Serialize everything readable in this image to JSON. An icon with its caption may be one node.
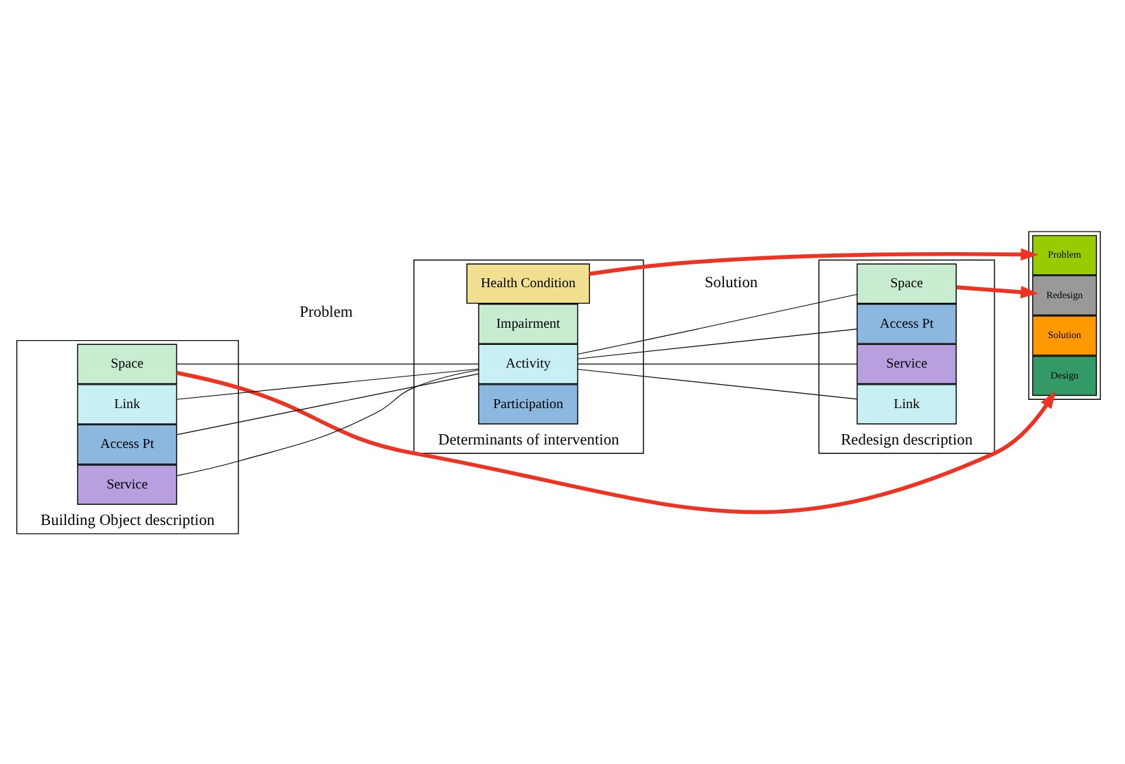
{
  "diagram": {
    "nodes": [
      {
        "text": [
          "Building Object description"
        ]
      },
      {
        "text": [
          "Space"
        ],
        "in": 0
      },
      {
        "text": [
          "Link"
        ],
        "in": 0
      },
      {
        "text": [
          "Access Pt"
        ],
        "in": 0
      },
      {
        "text": [
          "Service"
        ],
        "in": 0
      },
      {
        "text": [
          "Determinants of intervention"
        ]
      },
      {
        "text": [
          "Health Condition"
        ],
        "in": 5
      },
      {
        "text": [
          "Impairment"
        ],
        "in": 5
      },
      {
        "text": [
          "Activity"
        ],
        "in": 5
      },
      {
        "text": [
          "Participation"
        ],
        "in": 5
      },
      {
        "text": [
          "Redesign description"
        ]
      },
      {
        "text": [
          "Space"
        ],
        "in": 10
      },
      {
        "text": [
          "Link"
        ],
        "in": 10
      },
      {
        "text": [
          "Access Pt"
        ],
        "in": 10
      },
      {
        "text": [
          "Service"
        ],
        "in": 10
      },
      {
        "text": [],
        "shape": "box"
      },
      {
        "text": [
          "Problem"
        ],
        "in": 15
      },
      {
        "text": [
          "Solution"
        ],
        "in": 15
      },
      {
        "text": [
          "Design"
        ],
        "in": 15
      },
      {
        "text": [
          "Redesign"
        ],
        "in": 15
      }
    ],
    "edges": [
      {
        "from": 1,
        "to": 8,
        "arrow": "none"
      },
      {
        "from": 2,
        "to": 8,
        "arrow": "none"
      },
      {
        "from": 3,
        "to": 8,
        "arrow": "none"
      },
      {
        "from": 4,
        "to": 8,
        "arrow": "none"
      },
      {
        "from": 8,
        "to": 11,
        "arrow": "none"
      },
      {
        "from": 8,
        "to": 12,
        "arrow": "none"
      },
      {
        "from": 8,
        "to": 13,
        "arrow": "none"
      },
      {
        "from": 8,
        "to": 14,
        "arrow": "none"
      },
      {
        "from": 1,
        "to": 18,
        "arrow": "to",
        "style": "thick",
        "color": "#ee3322"
      },
      {
        "from": 6,
        "to": 16,
        "arrow": "to",
        "style": "thick",
        "color": "#ee3322"
      },
      {
        "from": 11,
        "to": 19,
        "arrow": "to",
        "style": "thick",
        "color": "#ee3322"
      }
    ],
    "labels": [
      "Problem",
      "Solution"
    ]
  }
}
